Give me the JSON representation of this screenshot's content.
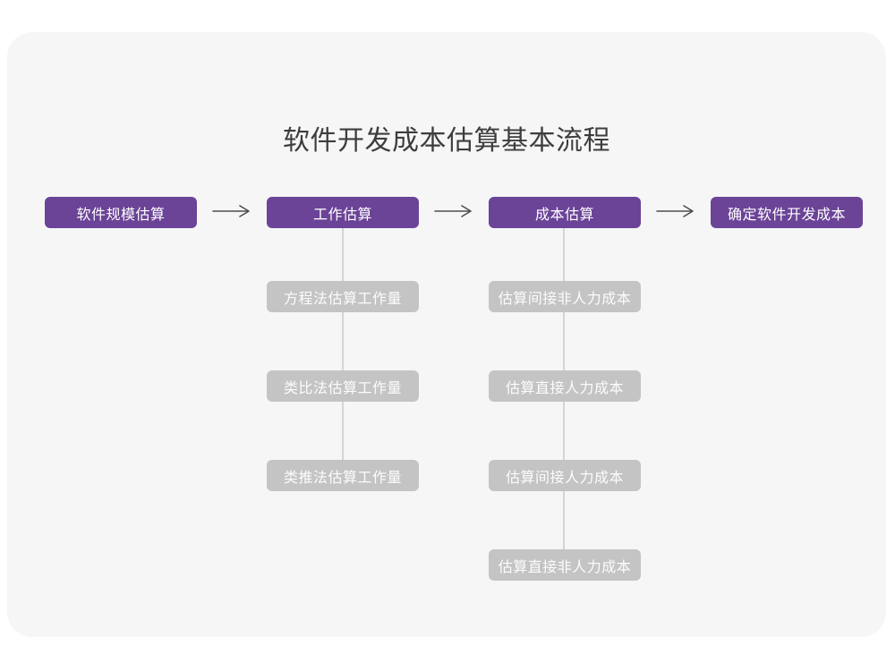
{
  "title": "软件开发成本估算基本流程",
  "flow": {
    "main_steps": [
      {
        "label": "软件规模估算"
      },
      {
        "label": "工作估算"
      },
      {
        "label": "成本估算"
      },
      {
        "label": "确定软件开发成本"
      }
    ],
    "work_estimation_substeps": [
      "方程法估算工作量",
      "类比法估算工作量",
      "类推法估算工作量"
    ],
    "cost_estimation_substeps": [
      "估算间接非人力成本",
      "估算直接人力成本",
      "估算间接人力成本",
      "估算直接非人力成本"
    ]
  },
  "colors": {
    "primary_purple": "#6b4397",
    "substep_gray": "#c4c4c4",
    "card_background": "#f6f6f7",
    "arrow": "#4d4d4d",
    "connector": "#d4d4d4",
    "title_text": "#3d3d3d",
    "node_text": "#ffffff"
  }
}
